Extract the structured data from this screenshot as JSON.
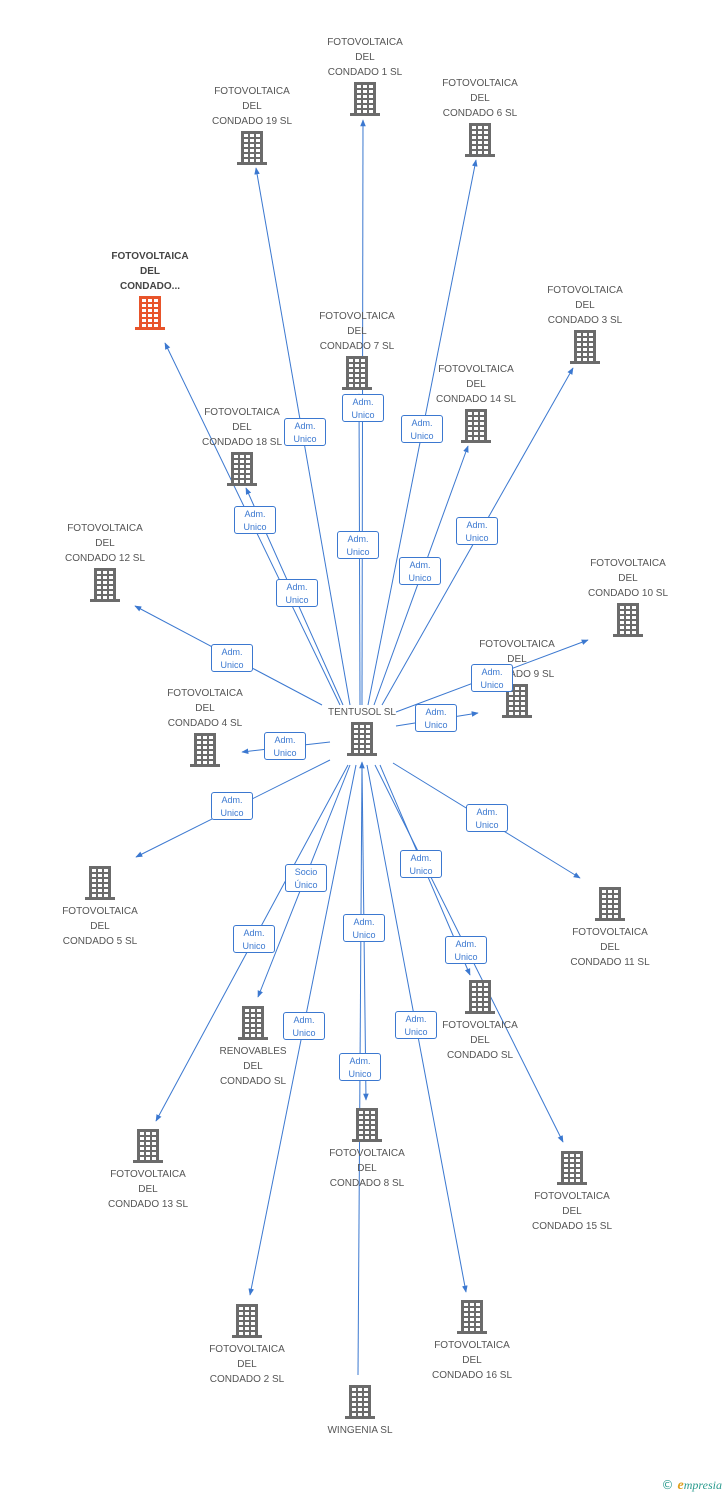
{
  "colors": {
    "edge": "#3b78d0",
    "building": "#6b6b6b",
    "highlight": "#e8542a"
  },
  "center": {
    "id": "tentusol",
    "label": "TENTUSOL SL"
  },
  "nodes": [
    {
      "id": "fc1",
      "label": "FOTOVOLTAICA\nDEL\nCONDADO 1 SL"
    },
    {
      "id": "fc19",
      "label": "FOTOVOLTAICA\nDEL\nCONDADO 19 SL"
    },
    {
      "id": "fc6",
      "label": "FOTOVOLTAICA\nDEL\nCONDADO 6 SL"
    },
    {
      "id": "fcx",
      "label": "FOTOVOLTAICA\nDEL\nCONDADO...",
      "highlight": true
    },
    {
      "id": "fc3",
      "label": "FOTOVOLTAICA\nDEL\nCONDADO 3 SL"
    },
    {
      "id": "fc7",
      "label": "FOTOVOLTAICA\nDEL\nCONDADO 7 SL"
    },
    {
      "id": "fc14",
      "label": "FOTOVOLTAICA\nDEL\nCONDADO 14 SL"
    },
    {
      "id": "fc18",
      "label": "FOTOVOLTAICA\nDEL\nCONDADO 18 SL"
    },
    {
      "id": "fc12",
      "label": "FOTOVOLTAICA\nDEL\nCONDADO 12 SL"
    },
    {
      "id": "fc10",
      "label": "FOTOVOLTAICA\nDEL\nCONDADO 10 SL"
    },
    {
      "id": "fc9",
      "label": "FOTOVOLTAICA\nDEL\nCONDADO 9 SL"
    },
    {
      "id": "fc4",
      "label": "FOTOVOLTAICA\nDEL\nCONDADO 4 SL"
    },
    {
      "id": "fc5",
      "label": "FOTOVOLTAICA\nDEL\nCONDADO 5 SL"
    },
    {
      "id": "fc11",
      "label": "FOTOVOLTAICA\nDEL\nCONDADO 11 SL"
    },
    {
      "id": "fcsl",
      "label": "FOTOVOLTAICA\nDEL\nCONDADO SL"
    },
    {
      "id": "ren",
      "label": "RENOVABLES\nDEL\nCONDADO SL"
    },
    {
      "id": "fc13",
      "label": "FOTOVOLTAICA\nDEL\nCONDADO 13 SL"
    },
    {
      "id": "fc8",
      "label": "FOTOVOLTAICA\nDEL\nCONDADO 8 SL"
    },
    {
      "id": "fc15",
      "label": "FOTOVOLTAICA\nDEL\nCONDADO 15 SL"
    },
    {
      "id": "fc2",
      "label": "FOTOVOLTAICA\nDEL\nCONDADO 2 SL"
    },
    {
      "id": "fc16",
      "label": "FOTOVOLTAICA\nDEL\nCONDADO 16 SL"
    },
    {
      "id": "win",
      "label": "WINGENIA SL"
    }
  ],
  "edges": [
    {
      "to": "fc1",
      "label": "Adm.\nUnico"
    },
    {
      "to": "fc19",
      "label": "Adm.\nUnico"
    },
    {
      "to": "fc6",
      "label": "Adm.\nUnico"
    },
    {
      "to": "fcx",
      "label": "Adm.\nUnico"
    },
    {
      "to": "fc3",
      "label": "Adm.\nUnico"
    },
    {
      "to": "fc7",
      "label": "Adm.\nUnico"
    },
    {
      "to": "fc14",
      "label": "Adm.\nUnico"
    },
    {
      "to": "fc18",
      "label": "Adm.\nUnico"
    },
    {
      "to": "fc12",
      "label": "Adm.\nUnico"
    },
    {
      "to": "fc10",
      "label": "Adm.\nUnico"
    },
    {
      "to": "fc9",
      "label": "Adm.\nUnico"
    },
    {
      "to": "fc4",
      "label": "Adm.\nUnico"
    },
    {
      "to": "fc5",
      "label": "Adm.\nUnico"
    },
    {
      "to": "fc11",
      "label": "Adm.\nUnico"
    },
    {
      "to": "fcsl",
      "label": "Adm.\nUnico"
    },
    {
      "to": "ren",
      "label": "Socio\nÚnico"
    },
    {
      "to": "fc13",
      "label": "Adm.\nUnico"
    },
    {
      "to": "fc8",
      "label": "Adm.\nUnico"
    },
    {
      "to": "fc15",
      "label": "Adm.\nUnico"
    },
    {
      "to": "fc2",
      "label": "Adm.\nUnico"
    },
    {
      "to": "fc16",
      "label": "Adm.\nUnico"
    },
    {
      "from": "win",
      "to": "tentusol",
      "label": "Adm.\nUnico"
    }
  ],
  "footer": {
    "copyright": "©",
    "brand_initial": "e",
    "brand_rest": "mpresia"
  }
}
